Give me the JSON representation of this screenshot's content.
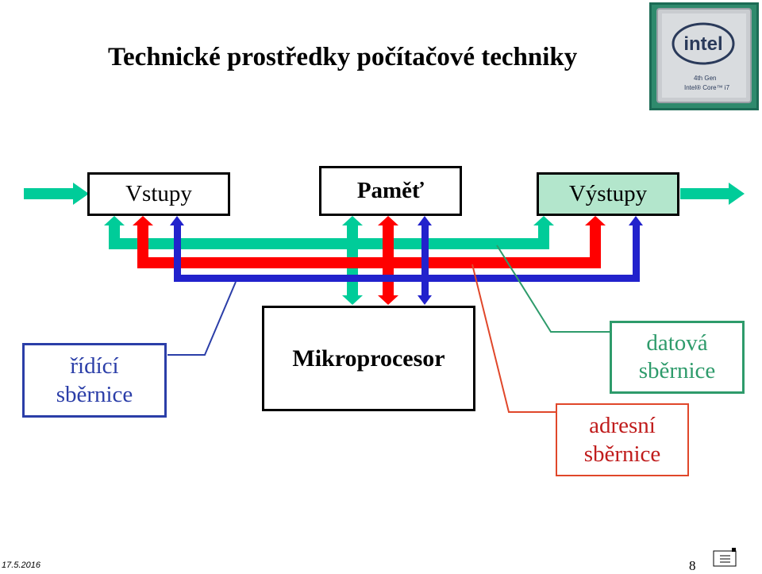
{
  "title": "Technické prostředky počítačové techniky",
  "chip": {
    "brand": "intel",
    "line1": "4th Gen",
    "line2": "Intel® Core™ i7",
    "icon": "intel-cpu-chip-icon"
  },
  "boxes": {
    "inputs": "Vstupy",
    "memory": "Paměť",
    "outputs": "Výstupy",
    "cpu": "Mikroprocesor"
  },
  "buses": {
    "control": {
      "line1": "řídící",
      "line2": "sběrnice",
      "color": "#2b3ea8"
    },
    "data": {
      "line1": "datová",
      "line2": "sběrnice",
      "color": "#2e9b6b"
    },
    "address": {
      "line1": "adresní",
      "line2": "sběrnice",
      "color": "#c01c1c"
    }
  },
  "colors": {
    "data_bus": "#00cc99",
    "address_bus": "#ff0000",
    "control_bus": "#2222cc",
    "outputs_fill": "#b3e6cc"
  },
  "footer": {
    "date": "17.5.2016",
    "page": "8",
    "icon": "notes-icon"
  }
}
